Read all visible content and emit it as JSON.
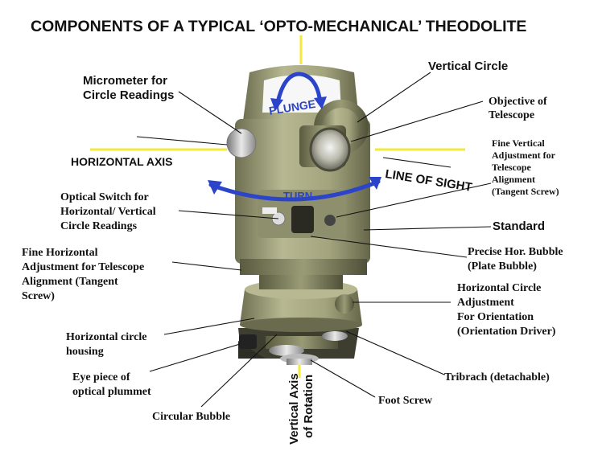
{
  "title": "COMPONENTS OF A TYPICAL ‘OPTO-MECHANICAL’ THEODOLITE",
  "labels": {
    "micrometer_1": "Micrometer for",
    "micrometer_2": "Circle Readings",
    "vertical_circle": "Vertical Circle",
    "objective_1": "Objective of",
    "objective_2": "Telescope",
    "fine_vertical_1": "Fine Vertical",
    "fine_vertical_2": "Adjustment for",
    "fine_vertical_3": "Telescope",
    "fine_vertical_4": "Alignment",
    "fine_vertical_5": "(Tangent Screw)",
    "horizontal_axis": "HORIZONTAL AXIS",
    "line_of_sight": "LINE OF SIGHT",
    "plunge": "PLUNGE",
    "turn": "TURN",
    "optical_switch_1": "Optical Switch for",
    "optical_switch_2": "Horizontal/ Vertical",
    "optical_switch_3": "Circle Readings",
    "standard": "Standard",
    "fine_horizontal_1": "Fine Horizontal",
    "fine_horizontal_2": "Adjustment for Telescope",
    "fine_horizontal_3": "Alignment (Tangent",
    "fine_horizontal_4": "Screw)",
    "plate_bubble_1": "Precise Hor. Bubble",
    "plate_bubble_2": "(Plate Bubble)",
    "horiz_circle_adj_1": "Horizontal Circle",
    "horiz_circle_adj_2": "Adjustment",
    "horiz_circle_adj_3": "For Orientation",
    "horiz_circle_adj_4": "(Orientation Driver)",
    "horiz_housing_1": "Horizontal circle",
    "horiz_housing_2": "housing",
    "eyepiece_1": "Eye piece of",
    "eyepiece_2": "optical plummet",
    "tribrach": "Tribrach (detachable)",
    "foot_screw": "Foot Screw",
    "circular_bubble": "Circular Bubble",
    "vertical_axis_1": "Vertical Axis",
    "vertical_axis_2": "of Rotation"
  },
  "colors": {
    "axis_yellow": "#f2ea3a",
    "arrow_blue": "#2b44c9",
    "instrument_body": "#9c9c76",
    "leader_line": "#111111"
  }
}
